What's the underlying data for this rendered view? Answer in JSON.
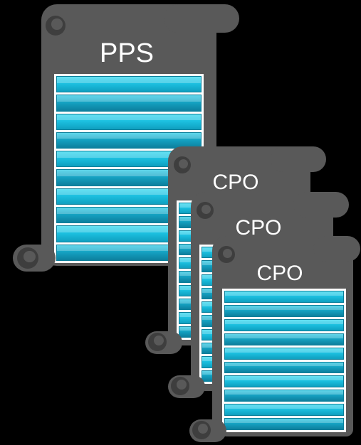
{
  "scrolls": [
    {
      "id": "pps",
      "label": "PPS",
      "bars": 10
    },
    {
      "id": "cpo1",
      "label": "CPO",
      "bars": 10
    },
    {
      "id": "cpo2",
      "label": "CPO",
      "bars": 10
    },
    {
      "id": "cpo3",
      "label": "CPO",
      "bars": 10
    }
  ],
  "colors": {
    "scroll": "#595959",
    "bar": "#1cc0e0",
    "background": "#000000"
  }
}
